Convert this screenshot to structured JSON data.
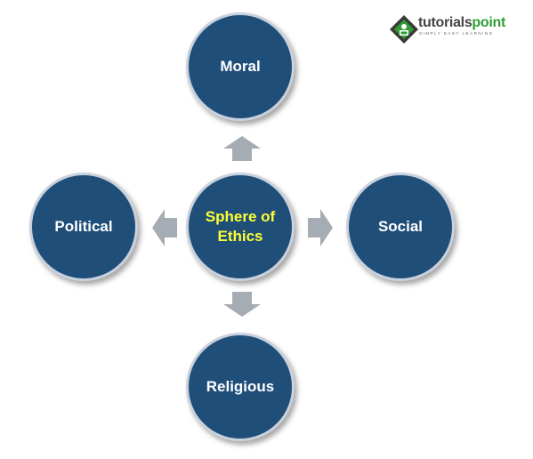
{
  "diagram": {
    "center": "Sphere of Ethics",
    "nodes": {
      "top": "Moral",
      "left": "Political",
      "right": "Social",
      "bottom": "Religious"
    },
    "colors": {
      "node_fill": "#1f4e79",
      "node_border": "#c9d1dc",
      "node_text": "#ffffff",
      "center_text": "#ffff33",
      "arrow": "#a6acb4"
    }
  },
  "logo": {
    "brand_part1": "tutorials",
    "brand_part2": "point",
    "tagline": "SIMPLY EASY LEARNING"
  }
}
